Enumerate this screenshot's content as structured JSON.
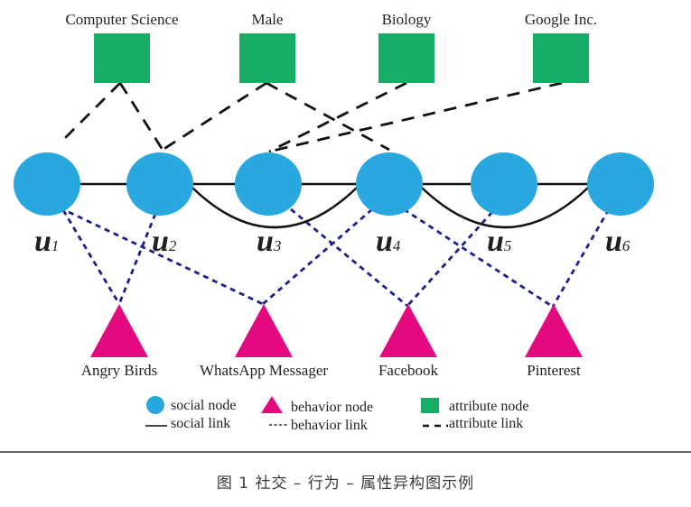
{
  "colors": {
    "social_node": "#29a8e0",
    "behavior_node": "#e5097f",
    "attribute_node": "#17ad67",
    "social_link": "#111111",
    "behavior_link": "#1d2088",
    "attribute_link": "#111111",
    "label": "#231f20"
  },
  "social_nodes": [
    {
      "id": "u1",
      "letter": "u",
      "index": "1"
    },
    {
      "id": "u2",
      "letter": "u",
      "index": "2"
    },
    {
      "id": "u3",
      "letter": "u",
      "index": "3"
    },
    {
      "id": "u4",
      "letter": "u",
      "index": "4"
    },
    {
      "id": "u5",
      "letter": "u",
      "index": "5"
    },
    {
      "id": "u6",
      "letter": "u",
      "index": "6"
    }
  ],
  "attribute_nodes": [
    {
      "id": "cs",
      "label": "Computer Science"
    },
    {
      "id": "male",
      "label": "Male"
    },
    {
      "id": "bio",
      "label": "Biology"
    },
    {
      "id": "google",
      "label": "Google Inc."
    }
  ],
  "behavior_nodes": [
    {
      "id": "angry",
      "label": "Angry Birds"
    },
    {
      "id": "whatsapp",
      "label": "WhatsApp Messager"
    },
    {
      "id": "facebook",
      "label": "Facebook"
    },
    {
      "id": "pinterest",
      "label": "Pinterest"
    }
  ],
  "social_links": [
    {
      "from": "u1",
      "to": "u2",
      "curved": false
    },
    {
      "from": "u2",
      "to": "u3",
      "curved": false
    },
    {
      "from": "u3",
      "to": "u4",
      "curved": false
    },
    {
      "from": "u4",
      "to": "u5",
      "curved": false
    },
    {
      "from": "u5",
      "to": "u6",
      "curved": false
    },
    {
      "from": "u2",
      "to": "u4",
      "curved": true
    },
    {
      "from": "u4",
      "to": "u6",
      "curved": true
    }
  ],
  "attribute_links": [
    {
      "from": "cs",
      "to": "u1"
    },
    {
      "from": "cs",
      "to": "u2"
    },
    {
      "from": "male",
      "to": "u2"
    },
    {
      "from": "male",
      "to": "u4"
    },
    {
      "from": "bio",
      "to": "u3"
    },
    {
      "from": "google",
      "to": "u3"
    }
  ],
  "behavior_links": [
    {
      "from": "u1",
      "to": "angry"
    },
    {
      "from": "u1",
      "to": "whatsapp"
    },
    {
      "from": "u2",
      "to": "angry"
    },
    {
      "from": "u3",
      "to": "facebook"
    },
    {
      "from": "u4",
      "to": "whatsapp"
    },
    {
      "from": "u4",
      "to": "pinterest"
    },
    {
      "from": "u5",
      "to": "facebook"
    },
    {
      "from": "u6",
      "to": "pinterest"
    }
  ],
  "legend": {
    "social_node": "social node",
    "behavior_node": "behavior node",
    "attribute_node": "attribute node",
    "social_link": "social link",
    "behavior_link": "behavior link",
    "attribute_link": "attribute link"
  },
  "caption": "图 1  社交 – 行为 – 属性异构图示例"
}
